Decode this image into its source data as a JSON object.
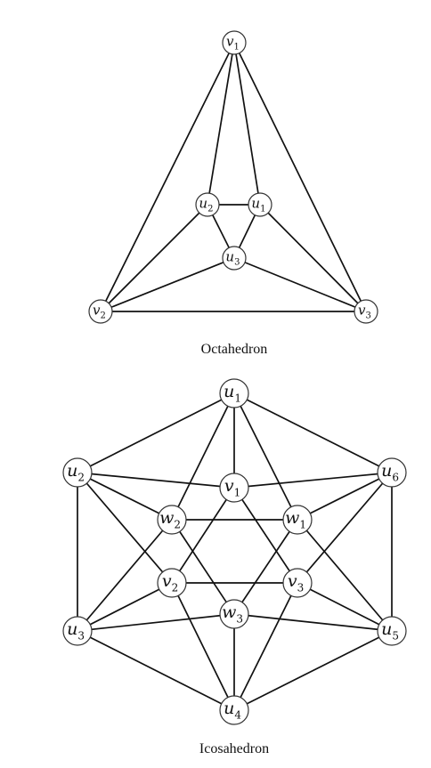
{
  "diagrams": [
    {
      "caption": "Octahedron",
      "nodes": [
        {
          "id": "v1",
          "letter": "v",
          "sub": "1"
        },
        {
          "id": "u2",
          "letter": "u",
          "sub": "2"
        },
        {
          "id": "u1",
          "letter": "u",
          "sub": "1"
        },
        {
          "id": "u3",
          "letter": "u",
          "sub": "3"
        },
        {
          "id": "v2",
          "letter": "v",
          "sub": "2"
        },
        {
          "id": "v3",
          "letter": "v",
          "sub": "3"
        }
      ],
      "edges": [
        [
          "v1",
          "u2"
        ],
        [
          "v1",
          "u1"
        ],
        [
          "v1",
          "v2"
        ],
        [
          "v1",
          "v3"
        ],
        [
          "u2",
          "u1"
        ],
        [
          "u2",
          "u3"
        ],
        [
          "u1",
          "u3"
        ],
        [
          "u2",
          "v2"
        ],
        [
          "u3",
          "v2"
        ],
        [
          "u1",
          "v3"
        ],
        [
          "u3",
          "v3"
        ],
        [
          "v2",
          "v3"
        ]
      ]
    },
    {
      "caption": "Icosahedron",
      "nodes": [
        {
          "id": "u1",
          "letter": "u",
          "sub": "1"
        },
        {
          "id": "u2",
          "letter": "u",
          "sub": "2"
        },
        {
          "id": "u6",
          "letter": "u",
          "sub": "6"
        },
        {
          "id": "v1",
          "letter": "v",
          "sub": "1"
        },
        {
          "id": "w2",
          "letter": "w",
          "sub": "2"
        },
        {
          "id": "w1",
          "letter": "w",
          "sub": "1"
        },
        {
          "id": "v2",
          "letter": "v",
          "sub": "2"
        },
        {
          "id": "v3",
          "letter": "v",
          "sub": "3"
        },
        {
          "id": "w3",
          "letter": "w",
          "sub": "3"
        },
        {
          "id": "u3",
          "letter": "u",
          "sub": "3"
        },
        {
          "id": "u5",
          "letter": "u",
          "sub": "5"
        },
        {
          "id": "u4",
          "letter": "u",
          "sub": "4"
        }
      ],
      "edges": [
        [
          "u1",
          "u2"
        ],
        [
          "u1",
          "u6"
        ],
        [
          "u1",
          "v1"
        ],
        [
          "u1",
          "w2"
        ],
        [
          "u1",
          "w1"
        ],
        [
          "u2",
          "v1"
        ],
        [
          "u2",
          "w2"
        ],
        [
          "u2",
          "v2"
        ],
        [
          "u2",
          "u3"
        ],
        [
          "u6",
          "v1"
        ],
        [
          "u6",
          "w1"
        ],
        [
          "u6",
          "v3"
        ],
        [
          "u6",
          "u5"
        ],
        [
          "v1",
          "v2"
        ],
        [
          "v1",
          "v3"
        ],
        [
          "w2",
          "w1"
        ],
        [
          "w2",
          "u3"
        ],
        [
          "w2",
          "w3"
        ],
        [
          "w1",
          "u5"
        ],
        [
          "w1",
          "w3"
        ],
        [
          "v2",
          "v3"
        ],
        [
          "v2",
          "u3"
        ],
        [
          "v2",
          "u4"
        ],
        [
          "v3",
          "u5"
        ],
        [
          "v3",
          "u4"
        ],
        [
          "w3",
          "u3"
        ],
        [
          "w3",
          "u5"
        ],
        [
          "w3",
          "u4"
        ],
        [
          "u3",
          "u4"
        ],
        [
          "u5",
          "u4"
        ]
      ]
    }
  ]
}
